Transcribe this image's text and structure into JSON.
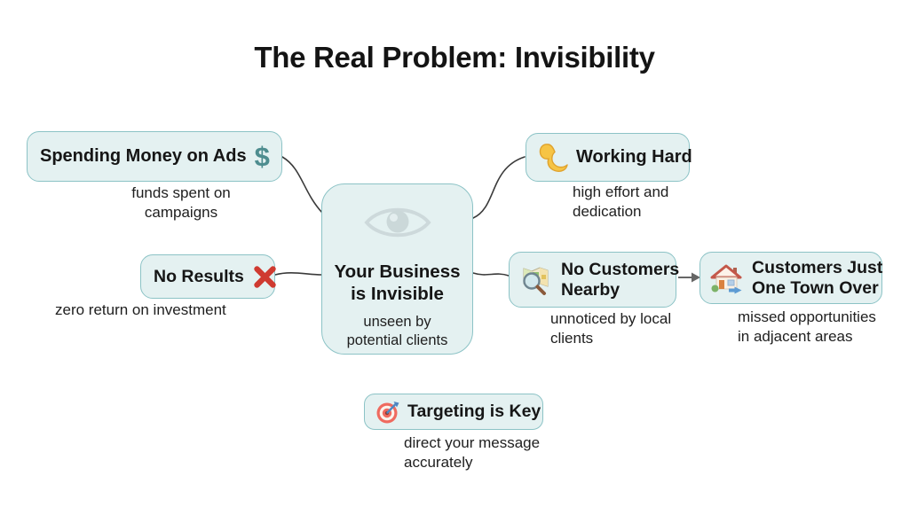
{
  "title": "The Real Problem: Invisibility",
  "colors": {
    "background": "#ffffff",
    "node_fill": "#e4f1f1",
    "node_border": "#8cc3c6",
    "connector": "#3a3a3a",
    "arrow": "#666666",
    "dollar_teal": "#4e8d8f",
    "x_red": "#cf3a30",
    "text": "#161616"
  },
  "central_node": {
    "icon": "eye-icon",
    "label": "Your Business\nis Invisible",
    "subtitle": "unseen by\npotential clients"
  },
  "nodes": {
    "spending": {
      "label": "Spending Money on Ads",
      "icon": "dollar-icon",
      "icon_char": "$",
      "subtitle": "funds spent on\ncampaigns"
    },
    "no_results": {
      "label": "No Results",
      "icon": "red-x-icon",
      "subtitle": "zero return on investment"
    },
    "working_hard": {
      "label": "Working Hard",
      "icon": "flexed-biceps-icon",
      "subtitle": "high effort and\ndedication"
    },
    "no_customers": {
      "label": "No Customers\nNearby",
      "icon": "map-magnifier-icon",
      "subtitle": "unnoticed by local\nclients"
    },
    "customers_town_over": {
      "label": "Customers Just\nOne Town Over",
      "icon": "house-arrow-icon",
      "subtitle": "missed opportunities\nin adjacent areas"
    },
    "targeting": {
      "label": "Targeting is Key",
      "icon": "target-icon",
      "subtitle": "direct your message\naccurately"
    }
  }
}
